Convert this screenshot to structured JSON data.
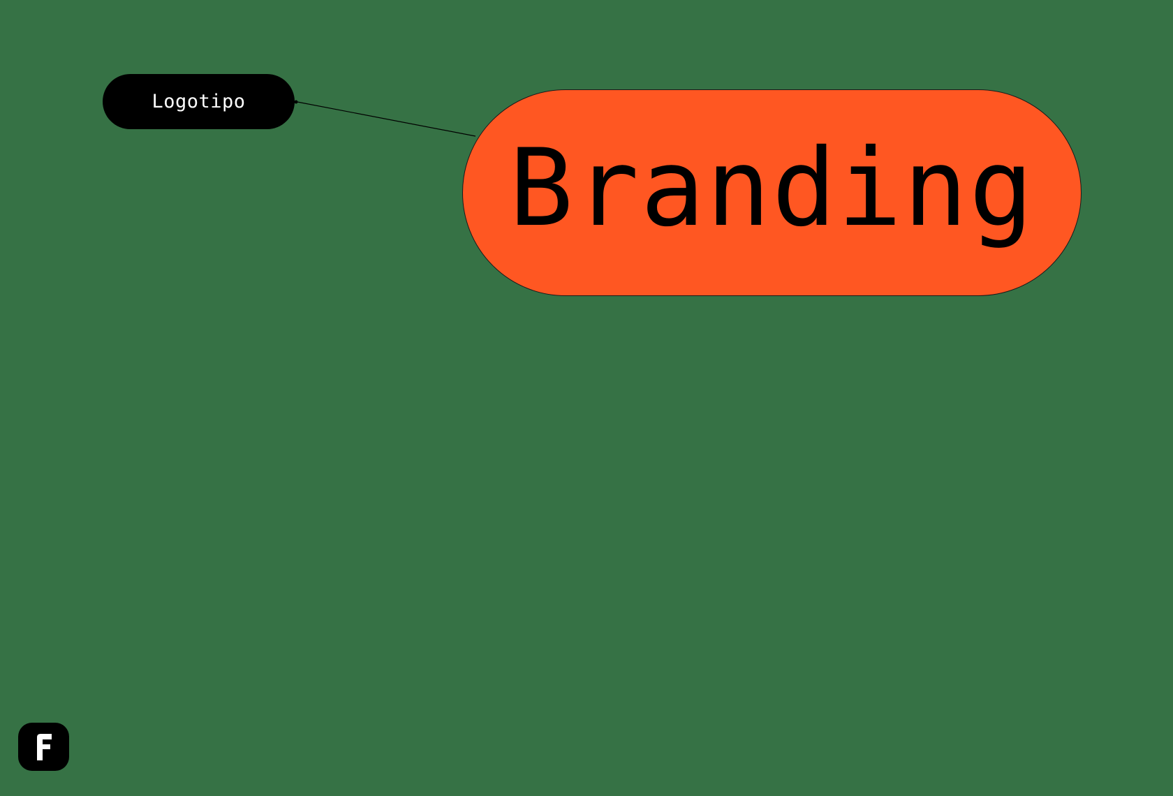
{
  "background_color": "#367245",
  "nodes": {
    "secondary": {
      "label": "Logotipo",
      "fill": "#000000",
      "text_color": "#ffffff"
    },
    "primary": {
      "label": "Branding",
      "fill": "#ff5722",
      "text_color": "#000000"
    }
  },
  "edges": [
    {
      "from": "primary",
      "to": "secondary",
      "style": "thin-arrow",
      "color": "#000000"
    }
  ],
  "brand_logo": {
    "icon": "f-logo-icon",
    "fill": "#000000",
    "glyph_color": "#ffffff"
  }
}
